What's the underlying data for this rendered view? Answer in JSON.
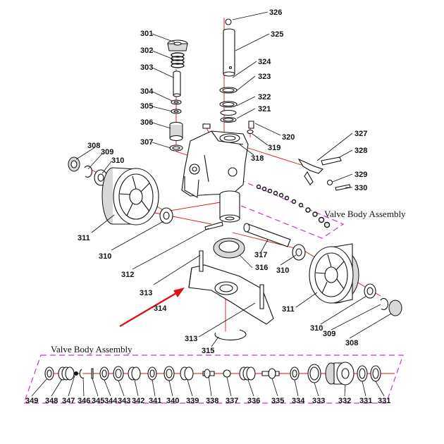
{
  "diagram": {
    "group_labels": {
      "upper": "Valve Body Assembly",
      "lower": "Valve Body Assembly"
    },
    "part_numbers": [
      "301",
      "302",
      "303",
      "304",
      "305",
      "306",
      "307",
      "308",
      "309",
      "310",
      "311",
      "310",
      "312",
      "313",
      "314",
      "313",
      "315",
      "316",
      "317",
      "310",
      "311",
      "310",
      "309",
      "308",
      "318",
      "319",
      "320",
      "321",
      "322",
      "323",
      "324",
      "325",
      "326",
      "327",
      "328",
      "329",
      "330",
      "349",
      "348",
      "347",
      "346",
      "345",
      "344",
      "343",
      "342",
      "341",
      "340",
      "339",
      "338",
      "337",
      "336",
      "335",
      "334",
      "333",
      "332",
      "331",
      "331"
    ],
    "colors": {
      "leader": "#111111",
      "centerline": "#d01515",
      "group_box": "#c03cc0",
      "arrow": "#e01010"
    }
  }
}
